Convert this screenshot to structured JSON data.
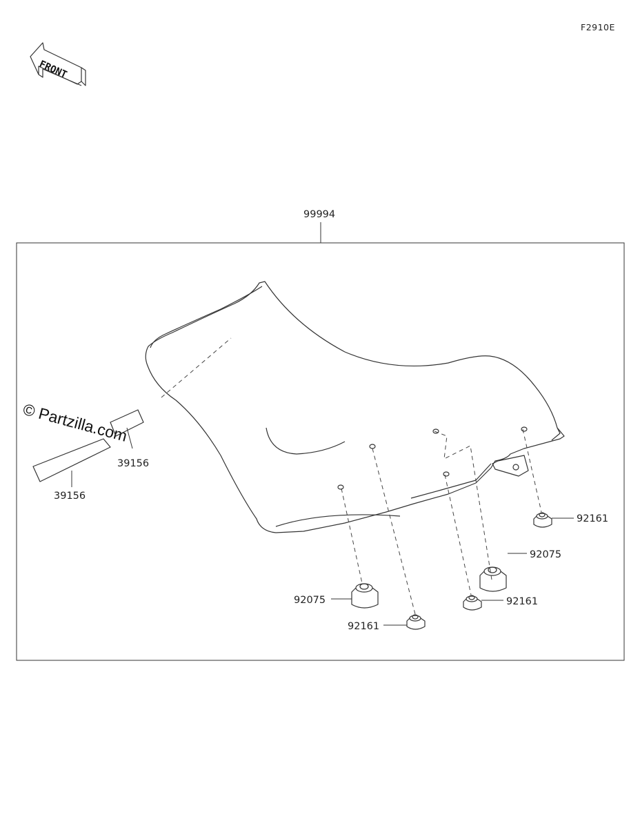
{
  "figure_code": "F2910E",
  "front_label": "FRONT",
  "watermark": "© Partzilla.com",
  "assembly": {
    "part_number": "99994"
  },
  "parts": [
    {
      "id": "tape-upper",
      "part_number": "39156"
    },
    {
      "id": "tape-lower",
      "part_number": "39156"
    },
    {
      "id": "damper-rear-right",
      "part_number": "92161"
    },
    {
      "id": "damper-large-right",
      "part_number": "92075"
    },
    {
      "id": "damper-mid",
      "part_number": "92161"
    },
    {
      "id": "damper-large-left",
      "part_number": "92075"
    },
    {
      "id": "damper-front-left",
      "part_number": "92161"
    }
  ]
}
